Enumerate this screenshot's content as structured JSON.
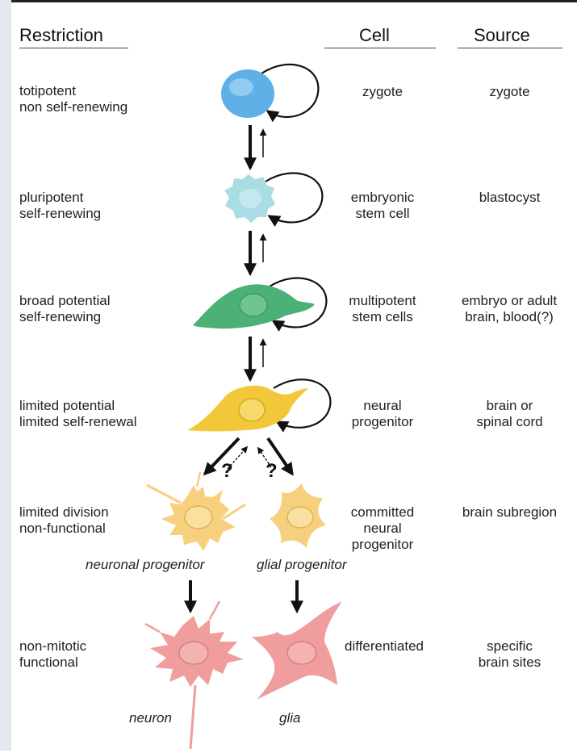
{
  "headers": {
    "restriction": "Restriction",
    "cell": "Cell",
    "source": "Source"
  },
  "rows": [
    {
      "restriction_1": "totipotent",
      "restriction_2": "non self-renewing",
      "cell_1": "zygote",
      "cell_2": "",
      "cell_3": "",
      "source_1": "zygote",
      "source_2": ""
    },
    {
      "restriction_1": "pluripotent",
      "restriction_2": "self-renewing",
      "cell_1": "embryonic",
      "cell_2": "stem cell",
      "cell_3": "",
      "source_1": "blastocyst",
      "source_2": ""
    },
    {
      "restriction_1": "broad potential",
      "restriction_2": "self-renewing",
      "cell_1": "multipotent",
      "cell_2": "stem cells",
      "cell_3": "",
      "source_1": "embryo or adult",
      "source_2": "brain, blood(?)"
    },
    {
      "restriction_1": "limited potential",
      "restriction_2": "limited self-renewal",
      "cell_1": "neural",
      "cell_2": "progenitor",
      "cell_3": "",
      "source_1": "brain or",
      "source_2": "spinal cord"
    },
    {
      "restriction_1": "limited division",
      "restriction_2": "non-functional",
      "cell_1": "committed",
      "cell_2": "neural",
      "cell_3": "progenitor",
      "source_1": "brain subregion",
      "source_2": ""
    },
    {
      "restriction_1": "non-mitotic",
      "restriction_2": "functional",
      "cell_1": "differentiated",
      "cell_2": "",
      "cell_3": "",
      "source_1": "specific",
      "source_2": "brain sites"
    }
  ],
  "cell_names": {
    "neuronal_progenitor": "neuronal progenitor",
    "glial_progenitor": "glial progenitor",
    "neuron": "neuron",
    "glia": "glia"
  },
  "question_mark": "?",
  "colors": {
    "zygote": "#5fb0e6",
    "embryonic": "#a9dde3",
    "multipotent": "#4cb176",
    "neural_progenitor": "#f2c83a",
    "committed_progenitor": "#f6d07c",
    "differentiated": "#ef9d9d",
    "arrow": "#111111"
  }
}
